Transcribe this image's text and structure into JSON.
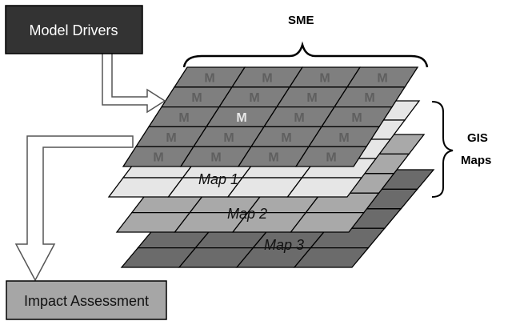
{
  "boxes": {
    "model_drivers": "Model Drivers",
    "impact_assessment": "Impact Assessment"
  },
  "labels": {
    "sme": "SME",
    "gis_line1": "GIS",
    "gis_line2": "Maps"
  },
  "maps": [
    "Map 1",
    "Map 2",
    "Map 3"
  ],
  "grid": {
    "rows": 5,
    "cols": 4,
    "cell_symbol": "M",
    "highlight_cell": [
      2,
      1
    ]
  },
  "colors": {
    "model_drivers_box": "#333333",
    "model_drivers_text": "#ffffff",
    "impact_box": "#a6a6a6",
    "sme_layer": "#7f7f7f",
    "sme_symbol": "#5f5f5f",
    "sme_symbol_highlight": "#e8e8e8",
    "map1": "#e6e6e6",
    "map2": "#a9a9a9",
    "map3": "#6b6b6b",
    "arrow_fill": "#ffffff"
  }
}
